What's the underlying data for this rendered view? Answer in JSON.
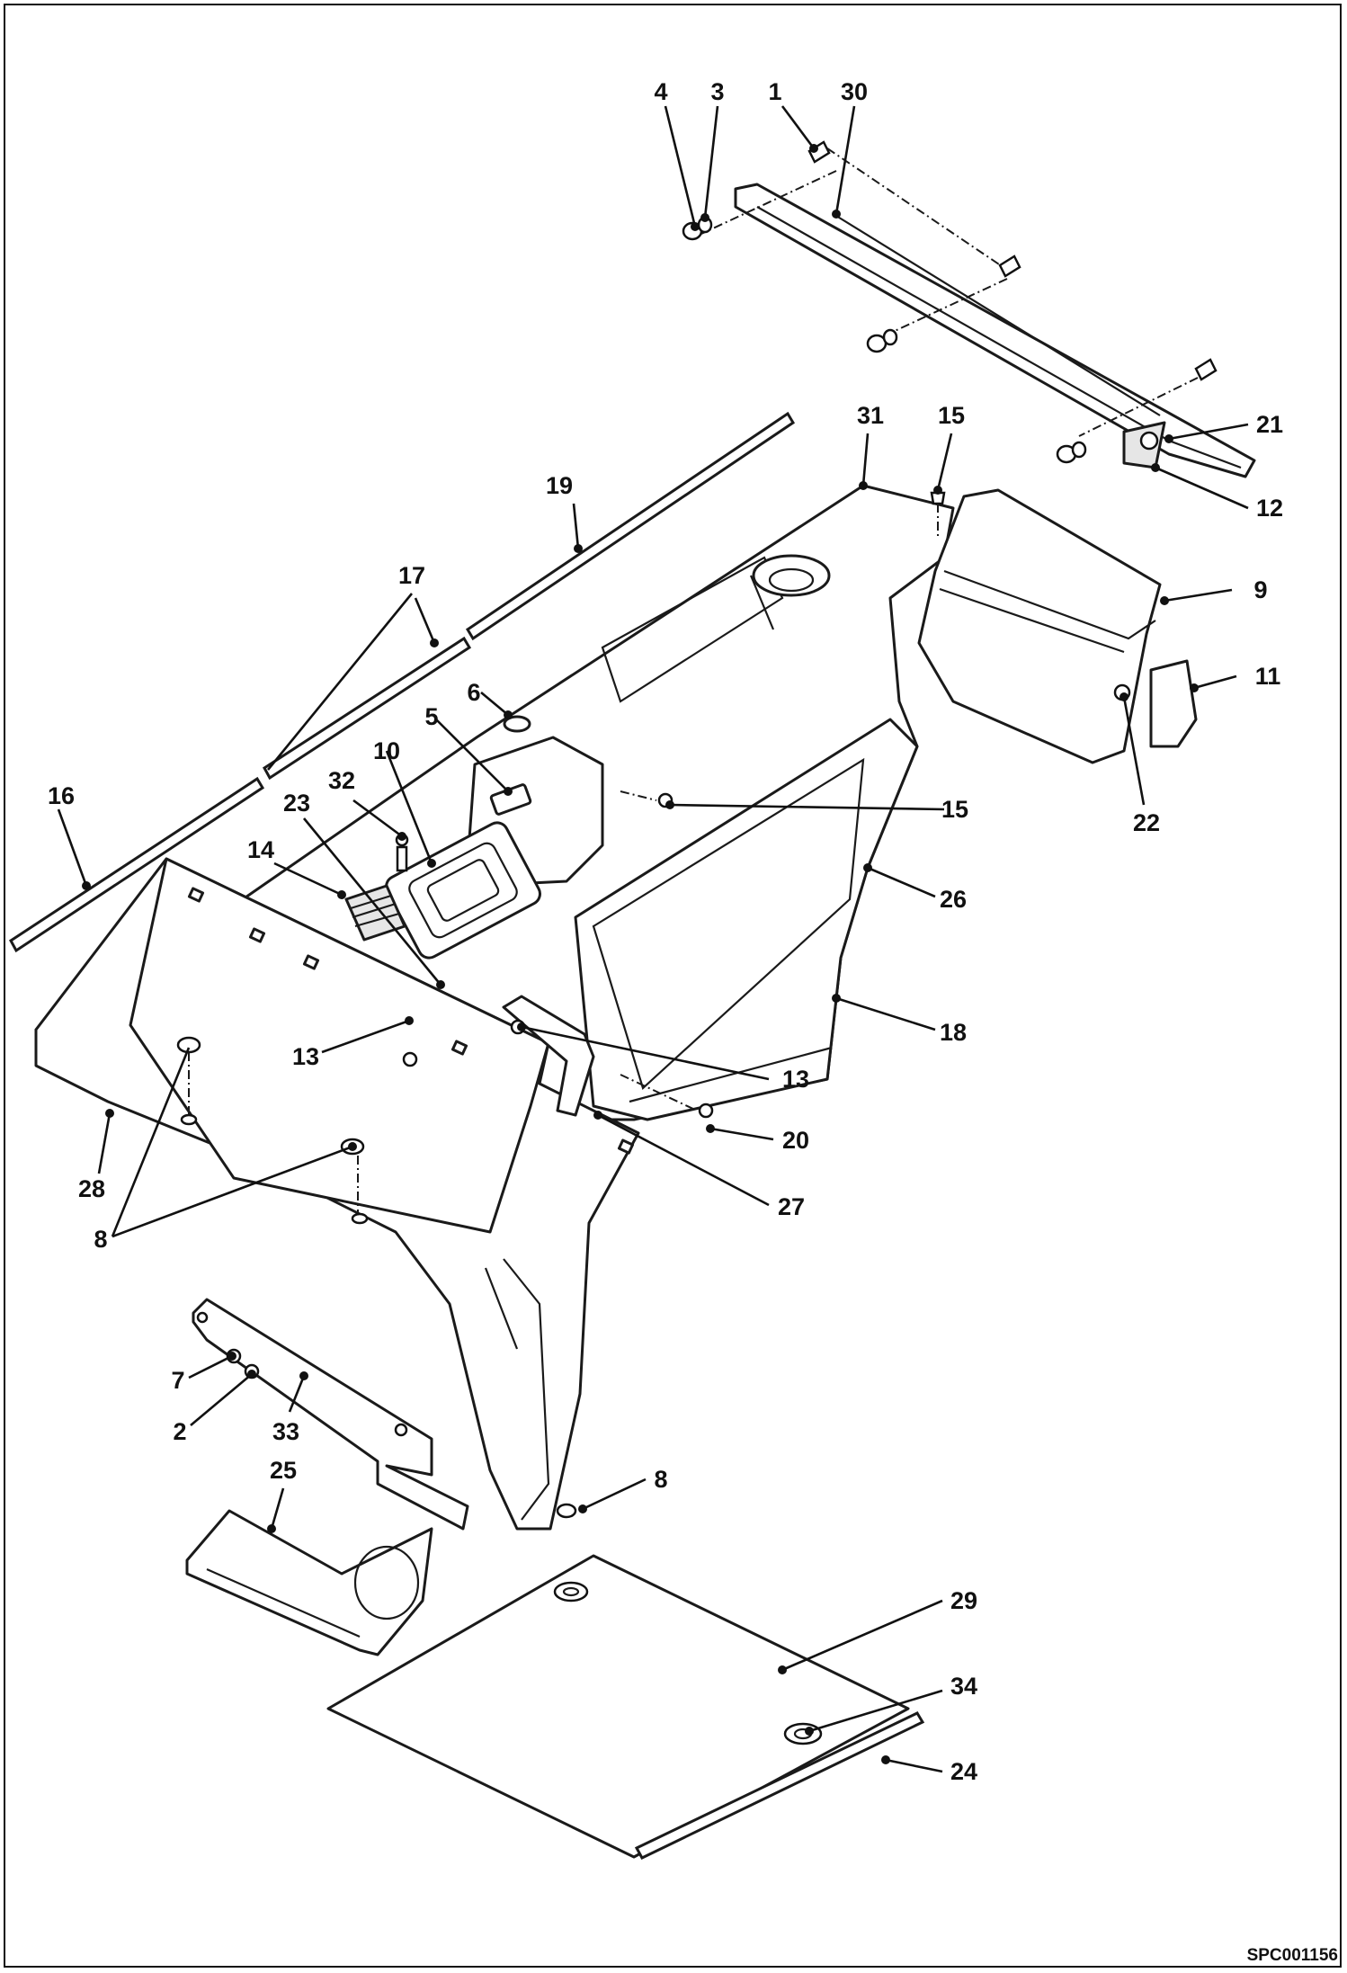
{
  "figure": {
    "reference_code": "SPC001156",
    "callouts": [
      "1",
      "2",
      "3",
      "4",
      "5",
      "6",
      "7",
      "8",
      "9",
      "10",
      "11",
      "12",
      "13",
      "14",
      "15",
      "16",
      "17",
      "18",
      "19",
      "20",
      "21",
      "22",
      "23",
      "24",
      "25",
      "26",
      "27",
      "28",
      "29",
      "30",
      "31",
      "32",
      "33",
      "34"
    ]
  }
}
